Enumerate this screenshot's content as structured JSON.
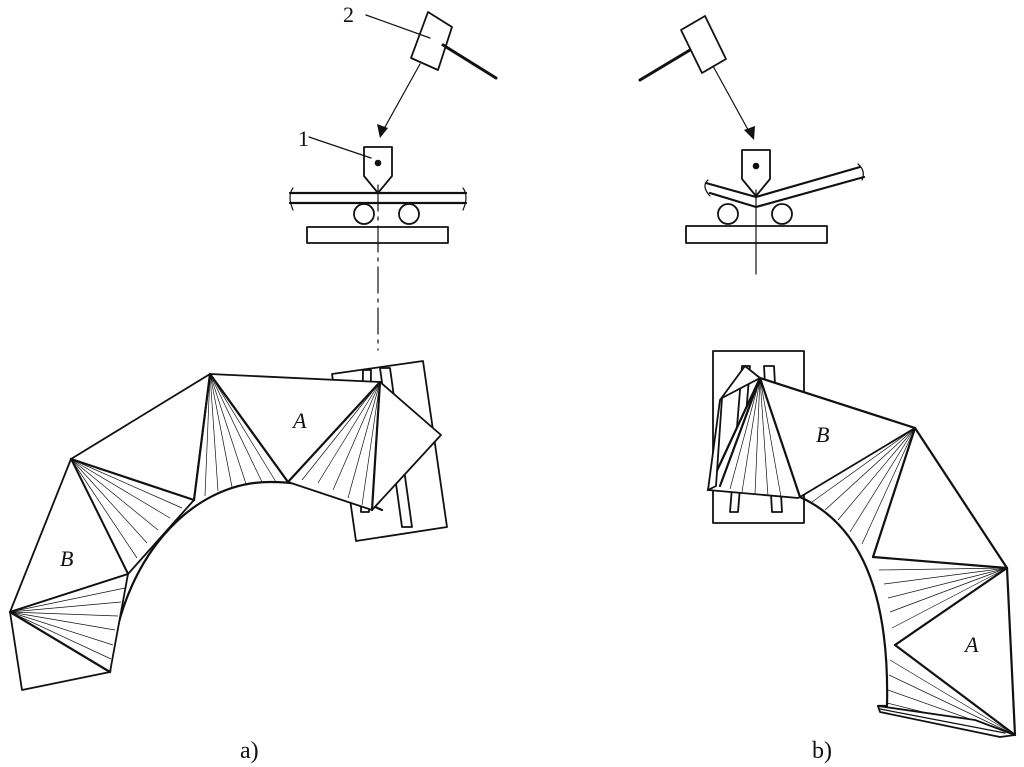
{
  "labels": {
    "callout_1": "1",
    "callout_2": "2",
    "region_a_left": "A",
    "region_b_left": "B",
    "region_a_right": "A",
    "region_b_right": "B"
  },
  "captions": {
    "panel_a": "a)",
    "panel_b": "b)"
  }
}
